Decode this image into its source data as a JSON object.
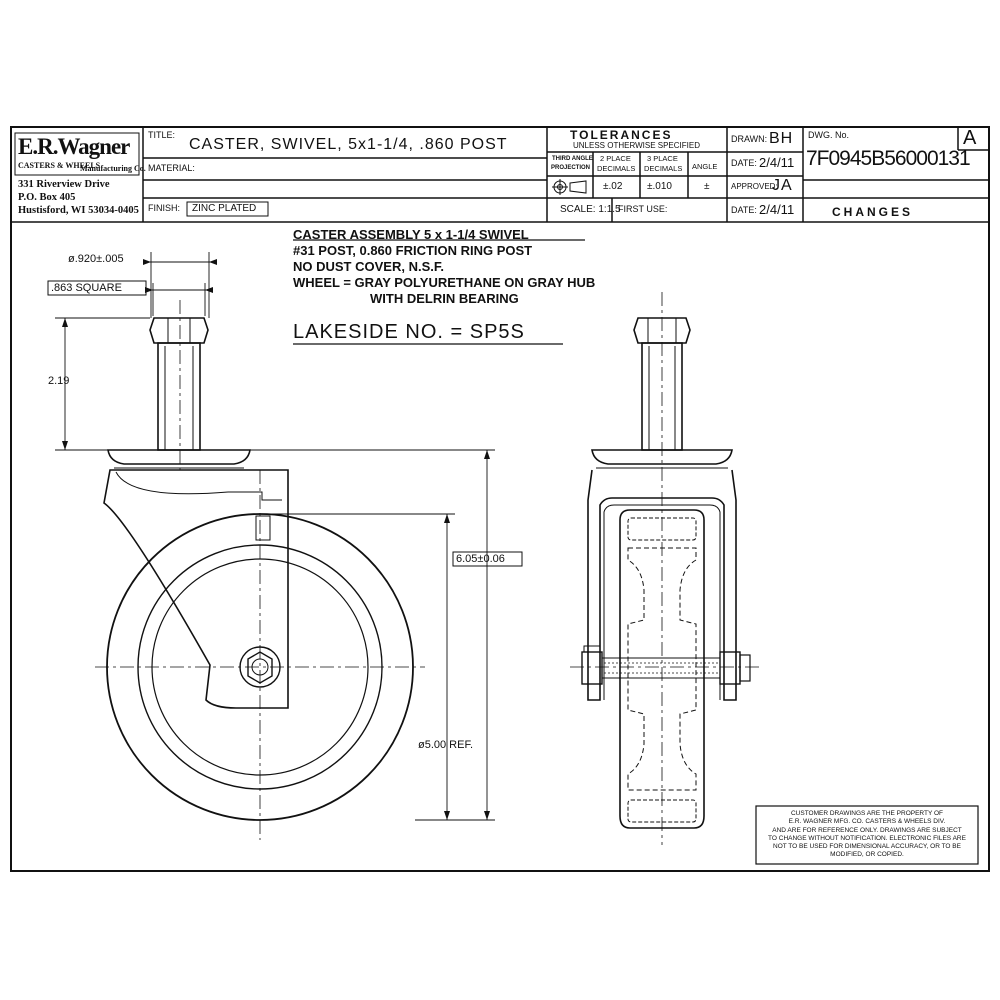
{
  "company": {
    "name": "E.R.Wagner",
    "tagline": "CASTERS & WHEELS",
    "subline": "Manufacturing Co.",
    "address_1": "331 Riverview Drive",
    "address_2": "P.O. Box 405",
    "address_3": "Hustisford, WI 53034-0405"
  },
  "title_block": {
    "title_label": "TITLE:",
    "title": "CASTER, SWIVEL, 5x1-1/4, .860 POST",
    "material_label": "MATERIAL:",
    "finish_label": "FINISH:",
    "finish": "ZINC PLATED",
    "tolerances_heading": "TOLERANCES",
    "tolerances_sub": "UNLESS OTHERWISE SPECIFIED",
    "projection_label_1": "THIRD ANGLE",
    "projection_label_2": "PROJECTION",
    "two_place_1": "2 PLACE",
    "two_place_2": "DECIMALS",
    "three_place_1": "3 PLACE",
    "three_place_2": "DECIMALS",
    "angle_label": "ANGLE",
    "two_place_tol": "±.02",
    "three_place_tol": "±.010",
    "angle_tol": "±",
    "scale": "SCALE: 1:1.5",
    "first_use": "FIRST USE:",
    "drawn_label": "DRAWN:",
    "drawn_by": "BH",
    "date_label": "DATE:",
    "drawn_date": "2/4/11",
    "approved_label": "APPROVED:",
    "approved_by": "JA",
    "approved_date": "2/4/11",
    "dwg_label": "DWG. No.",
    "dwg_number": "7F0945B56000131",
    "revision": "A",
    "changes": "CHANGES"
  },
  "notes": {
    "line_1": "CASTER ASSEMBLY  5 x 1-1/4 SWIVEL",
    "line_2": "#31 POST, 0.860 FRICTION RING POST",
    "line_3": "NO DUST COVER, N.S.F.",
    "line_4": "WHEEL = GRAY POLYURETHANE ON GRAY HUB",
    "line_5": "WITH DELRIN BEARING",
    "lakeside": "LAKESIDE NO. = SP5S"
  },
  "dimensions": {
    "post_diameter": "ø.920±.005",
    "square": ".863 SQUARE",
    "post_height": "2.19",
    "overall_height": "6.05±0.06",
    "wheel_diameter": "ø5.00 REF."
  },
  "disclaimer": {
    "line_1": "CUSTOMER DRAWINGS ARE THE PROPERTY OF",
    "line_2": "E.R. WAGNER MFG. CO. CASTERS & WHEELS DIV.",
    "line_3": "AND ARE FOR REFERENCE ONLY. DRAWINGS ARE SUBJECT",
    "line_4": "TO CHANGE WITHOUT NOTIFICATION. ELECTRONIC FILES ARE",
    "line_5": "NOT TO BE USED FOR DIMENSIONAL ACCURACY, OR TO BE",
    "line_6": "MODIFIED, OR COPIED."
  }
}
